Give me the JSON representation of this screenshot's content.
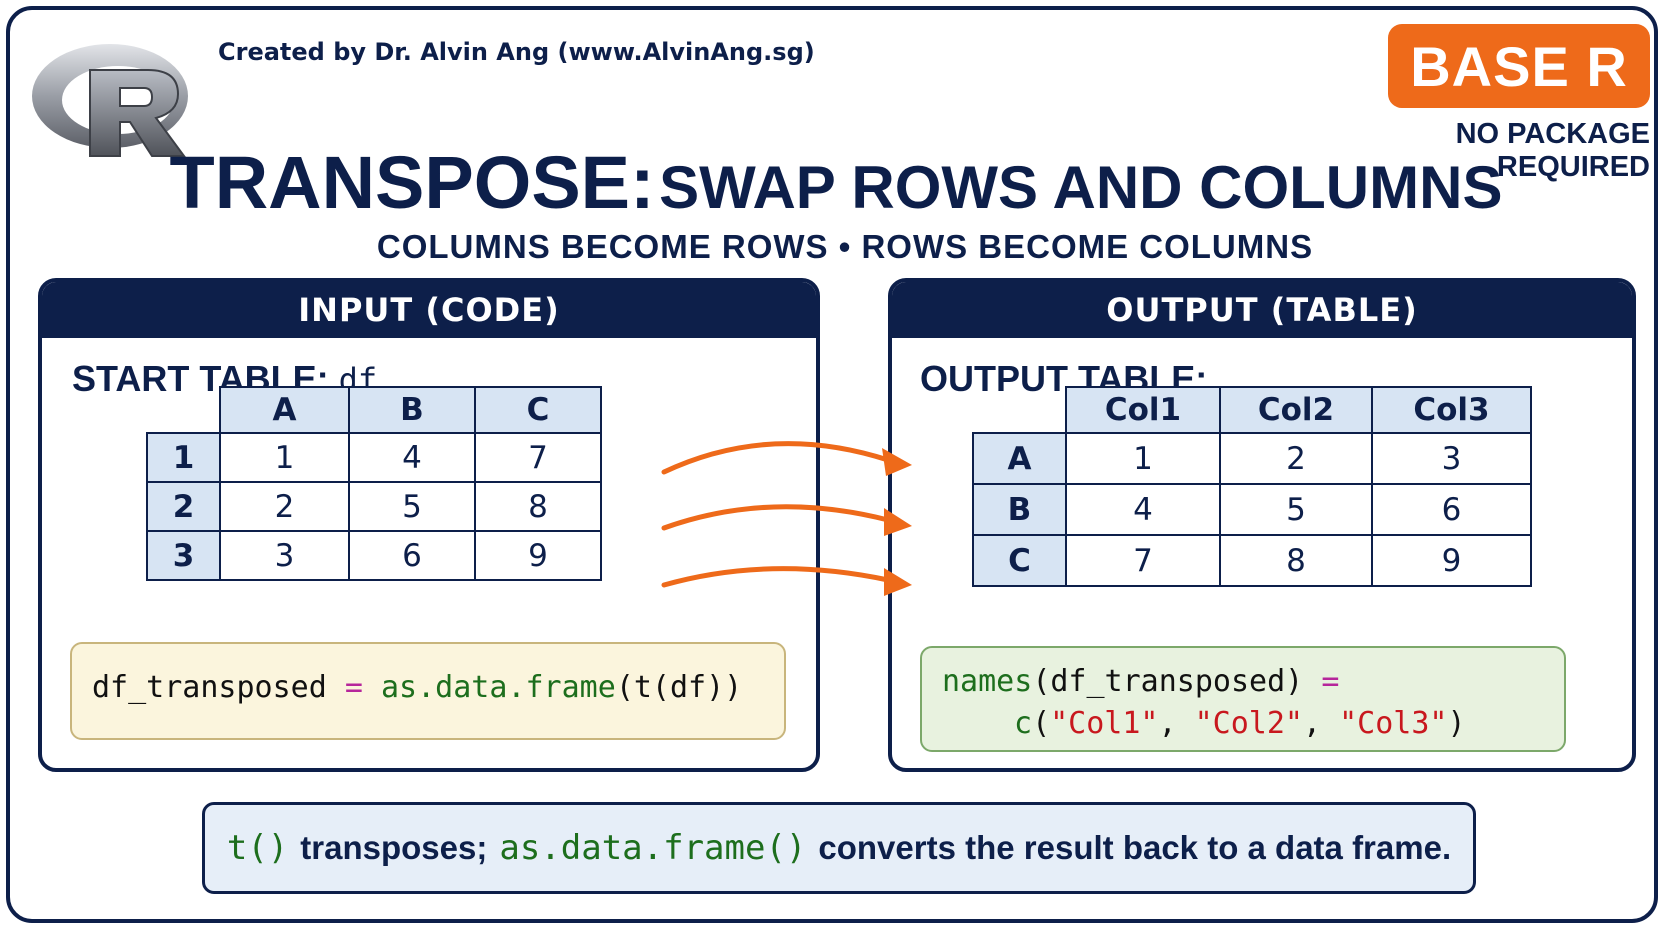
{
  "header": {
    "credit": "Created by Dr. Alvin Ang (www.AlvinAng.sg)",
    "badge": "BASE R",
    "badge_sub": "NO PACKAGE REQUIRED",
    "title_main": "TRANSPOSE:",
    "title_rest": "SWAP ROWS AND COLUMNS",
    "subtitle": "COLUMNS BECOME ROWS • ROWS BECOME COLUMNS"
  },
  "logo": {
    "icon": "r-logo-icon"
  },
  "input_panel": {
    "title": "INPUT (CODE)",
    "label": "START TABLE:",
    "label_var": "df",
    "columns": [
      "A",
      "B",
      "C"
    ],
    "rows": [
      {
        "name": "1",
        "cells": [
          "1",
          "4",
          "7"
        ]
      },
      {
        "name": "2",
        "cells": [
          "2",
          "5",
          "8"
        ]
      },
      {
        "name": "3",
        "cells": [
          "3",
          "6",
          "9"
        ]
      }
    ],
    "code": {
      "lhs": "df_transposed",
      "op": "=",
      "fn": "as.data.frame",
      "args": "(t(df))"
    }
  },
  "output_panel": {
    "title": "OUTPUT (TABLE)",
    "label": "OUTPUT TABLE:",
    "columns": [
      "Col1",
      "Col2",
      "Col3"
    ],
    "rows": [
      {
        "name": "A",
        "cells": [
          "1",
          "2",
          "3"
        ]
      },
      {
        "name": "B",
        "cells": [
          "4",
          "5",
          "6"
        ]
      },
      {
        "name": "C",
        "cells": [
          "7",
          "8",
          "9"
        ]
      }
    ],
    "code": {
      "fn1": "names",
      "arg1": "(df_transposed)",
      "op": "=",
      "fn2": "c",
      "open": "(",
      "s1": "\"Col1\"",
      "comma": ",",
      "s2": "\"Col2\"",
      "s3": "\"Col3\"",
      "close": ")"
    }
  },
  "note": {
    "code1": "t()",
    "text1": "transposes;",
    "code2": "as.data.frame()",
    "text2": "converts the result back to a data frame."
  },
  "colors": {
    "navy": "#0d1f4a",
    "orange": "#ee6a1a",
    "header_cell": "#d7e4f3",
    "code_green": "#1d6e1d",
    "code_pink": "#b6269b",
    "code_red": "#c8181e"
  }
}
